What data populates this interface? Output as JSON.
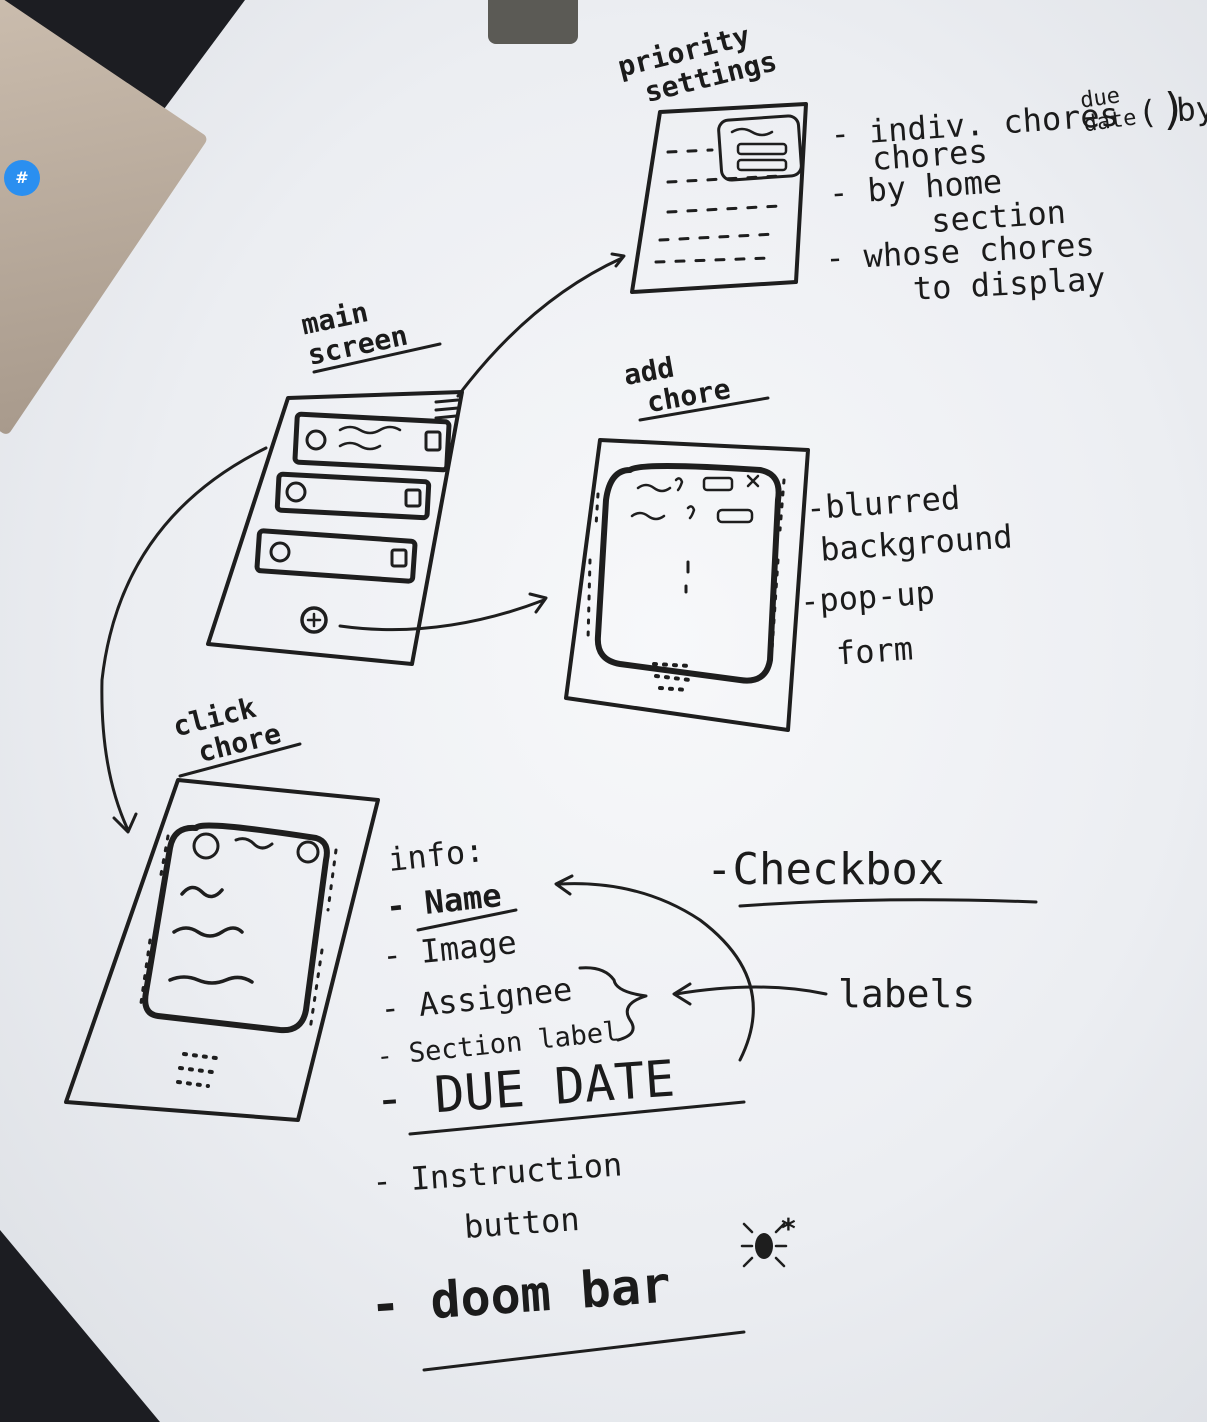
{
  "labels": {
    "priority_settings": [
      "priority",
      "settings"
    ],
    "main_screen": [
      "main",
      "screen"
    ],
    "add_chore": [
      "add",
      "chore"
    ],
    "click_chore": [
      "click",
      "chore"
    ]
  },
  "priority_notes": {
    "item1": "- indiv. chores ( by",
    "item1_due": [
      "due",
      "date"
    ],
    "item1_close": ")",
    "item1_chores": "chores",
    "item2": [
      "- by home",
      "section"
    ],
    "item3": [
      "- whose chores",
      "to display"
    ]
  },
  "add_notes": [
    "-blurred",
    "background",
    "-pop-up",
    "form"
  ],
  "info": {
    "heading": "info:",
    "items": [
      "- Name",
      "- Image",
      "- Assignee",
      "- Section label",
      "- DUE DATE",
      "- Instruction",
      "button",
      "- doom bar"
    ],
    "star": "*"
  },
  "checkbox": "-Checkbox",
  "labels_note": "labels",
  "sticker": "#"
}
